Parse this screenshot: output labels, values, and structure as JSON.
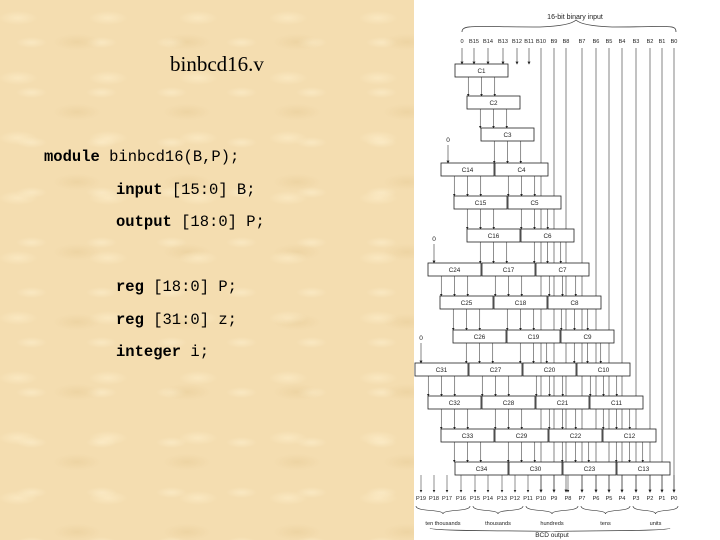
{
  "slide": {
    "title": "binbcd16.v"
  },
  "code": [
    {
      "kw": "module",
      "rest": " binbcd16(B,P);"
    },
    {
      "kw": "input",
      "rest": " [15:0] B;"
    },
    {
      "kw": "output",
      "rest": " [18:0] P;"
    },
    {
      "kw": "reg",
      "rest": " [18:0] P;"
    },
    {
      "kw": "reg",
      "rest": " [31:0] z;"
    },
    {
      "kw": "integer",
      "rest": " i;"
    }
  ],
  "diagram": {
    "top_label": "16-bit binary input",
    "bottom_label": "BCD output",
    "zero_label": "0",
    "inputs": [
      "0",
      "B15",
      "B14",
      "B13",
      "B12",
      "B11",
      "B10",
      "B9",
      "B8",
      "B7",
      "B6",
      "B5",
      "B4",
      "B3",
      "B2",
      "B1",
      "B0"
    ],
    "outputs": [
      "P19",
      "P18",
      "P17",
      "P16",
      "P15",
      "P14",
      "P13",
      "P12",
      "P11",
      "P10",
      "P9",
      "P8",
      "P7",
      "P6",
      "P5",
      "P4",
      "P3",
      "P2",
      "P1",
      "P0"
    ],
    "groups": [
      "ten thousands",
      "thousands",
      "hundreds",
      "tens",
      "units"
    ],
    "rows": [
      [
        "C1"
      ],
      [
        "C2"
      ],
      [
        "C3"
      ],
      [
        "C14",
        "C4"
      ],
      [
        "C15",
        "C5"
      ],
      [
        "C16",
        "C6"
      ],
      [
        "C24",
        "C17",
        "C7"
      ],
      [
        "C25",
        "C18",
        "C8"
      ],
      [
        "C26",
        "C19",
        "C9"
      ],
      [
        "C31",
        "C27",
        "C20",
        "C10"
      ],
      [
        "C32",
        "C28",
        "C21",
        "C11"
      ],
      [
        "C33",
        "C29",
        "C22",
        "C12"
      ],
      [
        "C34",
        "C30",
        "C23",
        "C13"
      ]
    ]
  }
}
